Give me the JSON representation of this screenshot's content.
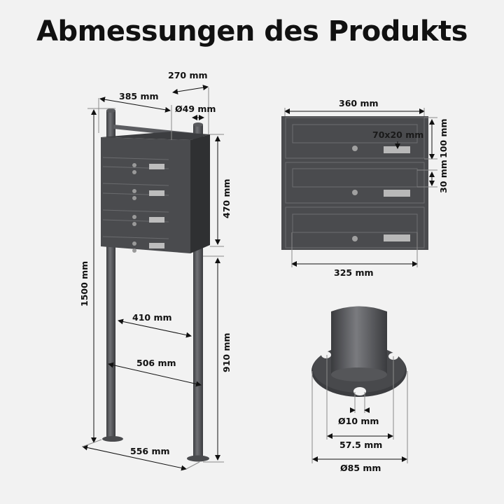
{
  "title": "Abmessungen des Produkts",
  "colors": {
    "background": "#f2f2f2",
    "product": "#4a4b4e",
    "product_dark": "#3a3b3d",
    "line": "#8a8a8a",
    "arrow": "#111111",
    "nameplate": "#b8b8b8"
  },
  "stand_view": {
    "depth": "270 mm",
    "width_top": "385 mm",
    "post_diameter": "Ø49 mm",
    "box_height": "470 mm",
    "total_height": "1500 mm",
    "inner_post_spacing": "410 mm",
    "outer_post_spacing": "506 mm",
    "post_to_box_height": "910 mm",
    "base_width": "556 mm"
  },
  "front_view": {
    "width": "360 mm",
    "nameplate": "70x20 mm",
    "compartment_height": "100 mm",
    "slot_height": "30 mm",
    "slot_width": "325 mm"
  },
  "foot_view": {
    "hole_diameter": "Ø10 mm",
    "hole_spacing": "57.5 mm",
    "plate_diameter": "Ø85 mm"
  }
}
